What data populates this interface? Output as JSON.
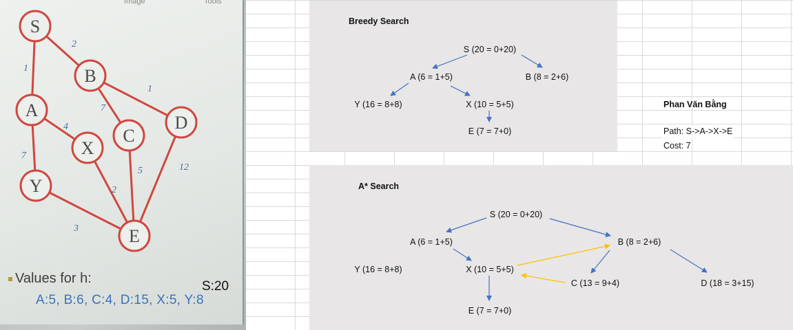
{
  "photo": {
    "top_labels": [
      "Image",
      "Tools"
    ],
    "nodes": [
      "S",
      "B",
      "A",
      "C",
      "X",
      "D",
      "Y",
      "E"
    ],
    "edges": [
      {
        "from": "S",
        "to": "B",
        "weight": "2"
      },
      {
        "from": "S",
        "to": "A",
        "weight": "1"
      },
      {
        "from": "B",
        "to": "C",
        "weight": "7"
      },
      {
        "from": "B",
        "to": "D",
        "weight": "1"
      },
      {
        "from": "A",
        "to": "X",
        "weight": "4"
      },
      {
        "from": "A",
        "to": "Y",
        "weight": "7"
      },
      {
        "from": "C",
        "to": "E",
        "weight": "5"
      },
      {
        "from": "X",
        "to": "E",
        "weight": "2"
      },
      {
        "from": "D",
        "to": "E",
        "weight": "12"
      },
      {
        "from": "Y",
        "to": "E",
        "weight": "3"
      }
    ],
    "values_title": "Values for h:",
    "values_line": "A:5, B:6, C:4, D:15, X:5, Y:8",
    "s_value": "S:20"
  },
  "greedy": {
    "title": "Breedy Search",
    "nodes": {
      "S": "S (20 = 0+20)",
      "A": "A (6 = 1+5)",
      "B": "B (8 = 2+6)",
      "Y": "Y (16 = 8+8)",
      "X": "X (10 = 5+5)",
      "E": "E (7 = 7+0)"
    }
  },
  "astar": {
    "title": "A* Search",
    "nodes": {
      "S": "S (20 = 0+20)",
      "A": "A (6 = 1+5)",
      "B": "B (8 = 2+6)",
      "Y": "Y (16 = 8+8)",
      "X": "X (10 = 5+5)",
      "C": "C (13 = 9+4)",
      "D": "D (18 = 3+15)",
      "E": "E (7 = 7+0)"
    }
  },
  "result": {
    "author": "Phan Văn Bằng",
    "path": "Path: S->A->X->E",
    "cost": "Cost: 7"
  },
  "colors": {
    "arrow": "#4472c4",
    "highlight_arrow": "#ffc000",
    "panel": "#e8e6e6",
    "graph_red": "#d0473f",
    "values_blue": "#3b72b8"
  }
}
